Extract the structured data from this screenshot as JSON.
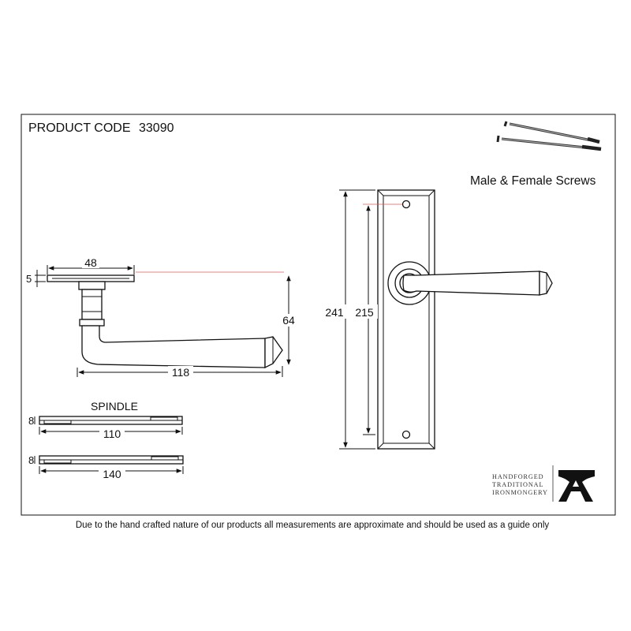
{
  "header": {
    "product_code_label": "PRODUCT CODE",
    "product_code": "33090"
  },
  "screws": {
    "label": "Male & Female Screws"
  },
  "side_view": {
    "rose_width": "48",
    "rose_thickness": "5",
    "projection": "64",
    "lever_length": "118"
  },
  "front_view": {
    "plate_height": "241",
    "fixing_centres": "215"
  },
  "spindles": {
    "heading": "SPINDLE",
    "items": [
      {
        "size": "8",
        "length": "110"
      },
      {
        "size": "8",
        "length": "140"
      }
    ]
  },
  "brand": {
    "line1": "HANDFORGED",
    "line2": "TRADITIONAL",
    "line3": "IRONMONGERY",
    "logo": "anvil-a-logo"
  },
  "footer": {
    "note": "Due to the hand crafted nature of our products all measurements are approximate and should be used as a guide only"
  },
  "colors": {
    "line": "#111111",
    "reference_line": "#e05a5a",
    "background": "#ffffff"
  }
}
